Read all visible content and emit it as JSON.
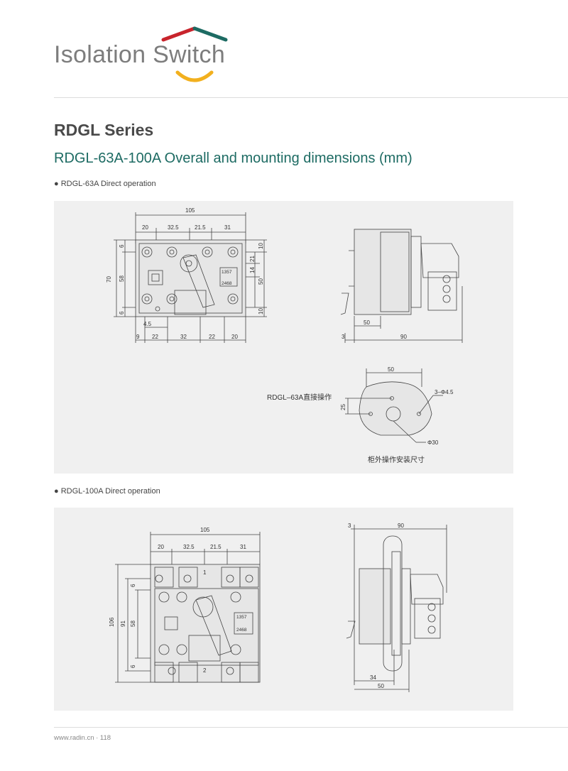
{
  "header": {
    "brand_title": "Isolation Switch",
    "logo_colors": {
      "red": "#c8242c",
      "teal": "#1d6b63",
      "yellow": "#f2b01e"
    }
  },
  "section": {
    "series_title": "RDGL Series",
    "subtitle": "RDGL-63A-100A Overall and mounting dimensions (mm)"
  },
  "drawing1": {
    "caption": "● RDGL-63A Direct operation",
    "front": {
      "overall_width": "105",
      "top_dims": [
        "20",
        "32.5",
        "21.5",
        "31"
      ],
      "bottom_dims": [
        "9",
        "22",
        "32",
        "22",
        "20"
      ],
      "hole_dim": "4.5",
      "left_total": "70",
      "left_inner": "58",
      "left_top": "6",
      "left_bottom": "6",
      "right_dims": [
        "10",
        "21",
        "14",
        "50",
        "10"
      ],
      "contacts_top": "1357",
      "contacts_bottom": "2468"
    },
    "side": {
      "dim_50": "50",
      "dim_3": "3",
      "dim_90": "90"
    },
    "template": {
      "label": "RDGL–63A直接操作",
      "dim_50": "50",
      "dim_25": "25",
      "holes": "3–Φ4.5",
      "center": "Φ30",
      "caption": "柜外操作安装尺寸"
    }
  },
  "drawing2": {
    "caption": "● RDGL-100A Direct operation",
    "front": {
      "overall_width": "105",
      "top_dims": [
        "20",
        "32.5",
        "21.5",
        "31"
      ],
      "left_total": "106",
      "left_91": "91",
      "left_58": "58",
      "left_top": "6",
      "left_bottom": "6",
      "contacts_top": "1357",
      "contacts_bottom": "2468",
      "pole_1": "1",
      "pole_2": "2"
    },
    "side": {
      "dim_3": "3",
      "dim_90": "90",
      "dim_34": "34",
      "dim_50": "50"
    }
  },
  "footer": {
    "text": "www.radin.cn · 118"
  }
}
